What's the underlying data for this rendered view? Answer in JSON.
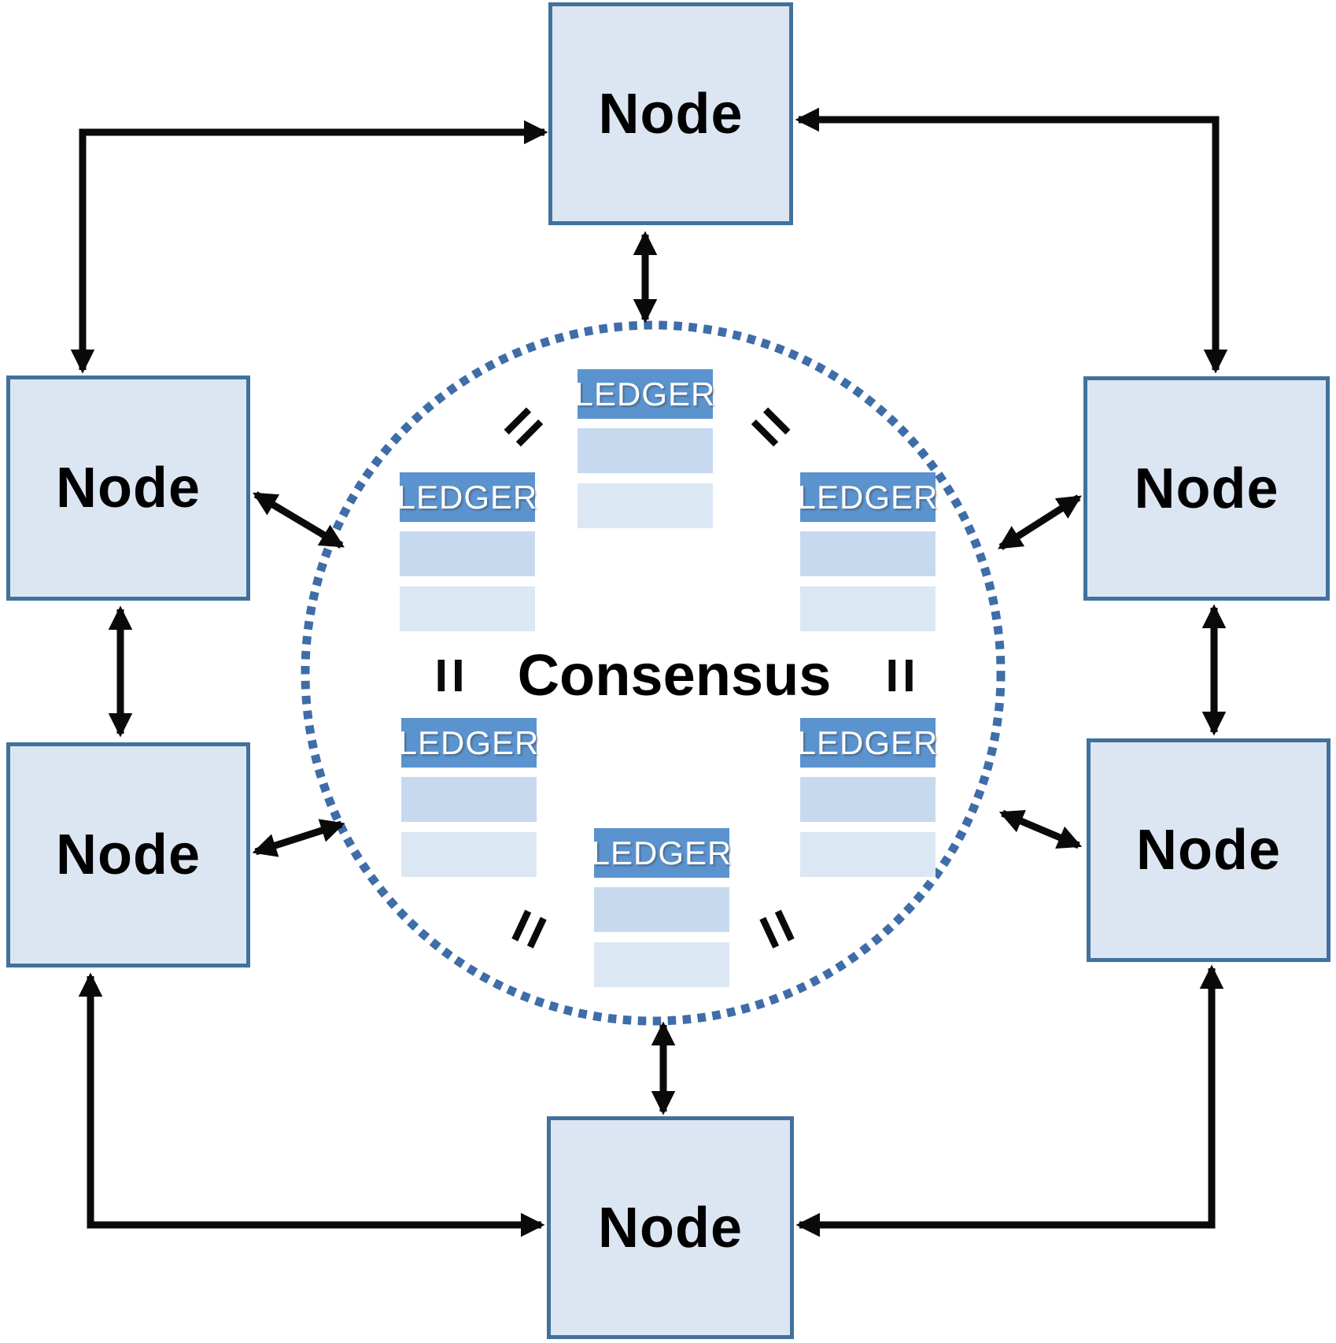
{
  "nodes": [
    {
      "position": "top",
      "label": "Node"
    },
    {
      "position": "upper-left",
      "label": "Node"
    },
    {
      "position": "upper-right",
      "label": "Node"
    },
    {
      "position": "lower-left",
      "label": "Node"
    },
    {
      "position": "lower-right",
      "label": "Node"
    },
    {
      "position": "bottom",
      "label": "Node"
    }
  ],
  "center": {
    "label": "Consensus"
  },
  "ledgers": [
    {
      "position": "top-center",
      "label": "LEDGER"
    },
    {
      "position": "middle-left",
      "label": "LEDGER"
    },
    {
      "position": "middle-right",
      "label": "LEDGER"
    },
    {
      "position": "lower-left",
      "label": "LEDGER"
    },
    {
      "position": "lower-right",
      "label": "LEDGER"
    },
    {
      "position": "bottom-center",
      "label": "LEDGER"
    }
  ],
  "symbols": {
    "equals": "="
  },
  "colors": {
    "node_fill": "#dce6f2",
    "node_border": "#41719c",
    "ledger_header": "#5b93cf",
    "ledger_row_medium": "#c6d9ee",
    "ledger_row_light": "#dce7f4",
    "circle_dotted": "#3e6da8",
    "arrow": "#0a0a0a"
  },
  "connections": {
    "bidirectional": [
      [
        "upper-left node",
        "top node"
      ],
      [
        "upper-right node",
        "top node"
      ],
      [
        "lower-left node",
        "bottom node"
      ],
      [
        "lower-right node",
        "bottom node"
      ],
      [
        "upper-left node",
        "lower-left node"
      ],
      [
        "upper-right node",
        "lower-right node"
      ],
      [
        "top node",
        "consensus circle"
      ],
      [
        "bottom node",
        "consensus circle"
      ],
      [
        "upper-left node",
        "consensus circle"
      ],
      [
        "lower-left node",
        "consensus circle"
      ],
      [
        "upper-right node",
        "consensus circle"
      ],
      [
        "lower-right node",
        "consensus circle"
      ]
    ]
  }
}
